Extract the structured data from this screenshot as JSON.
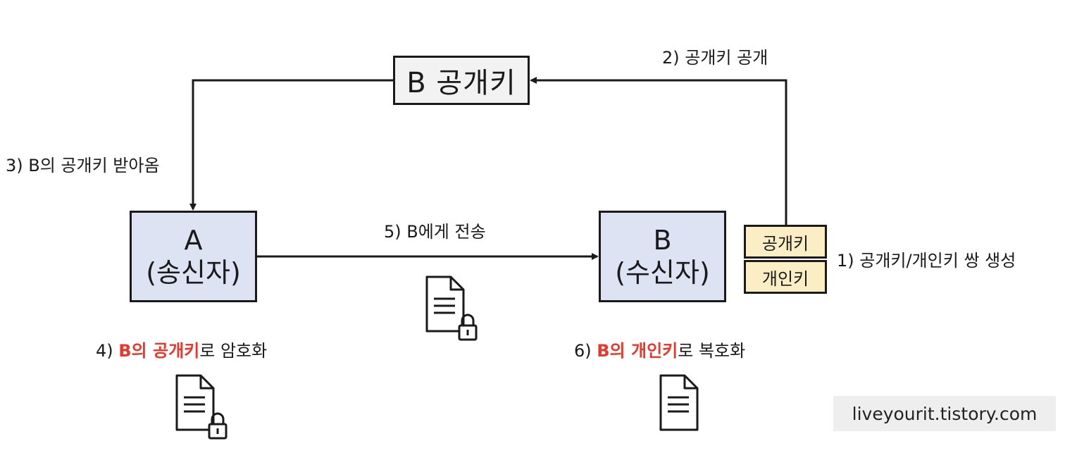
{
  "public_key_box": {
    "label": "B 공개키"
  },
  "sender": {
    "name": "A",
    "role": "(송신자)"
  },
  "receiver": {
    "name": "B",
    "role": "(수신자)"
  },
  "key_pair": {
    "public_label": "공개키",
    "private_label": "개인키"
  },
  "steps": {
    "step1": "1) 공개키/개인키 쌍 생성",
    "step2": "2) 공개키 공개",
    "step3": "3) B의 공개키 받아옴",
    "step4": {
      "prefix": "4) ",
      "highlight": "B의 공개키",
      "suffix": "로 암호화"
    },
    "step5": "5) B에게 전송",
    "step6": {
      "prefix": "6) ",
      "highlight": "B의 개인키",
      "suffix": "로 복호화"
    }
  },
  "colors": {
    "highlight": "#e8382c",
    "party_fill": "#dde3f3",
    "key_fill": "#fbeec4",
    "pubkey_fill": "#f2f2f2"
  },
  "icons": {
    "encrypted_doc": "document-lock-icon",
    "plain_doc": "document-icon"
  },
  "watermark": "liveyourit.tistory.com"
}
